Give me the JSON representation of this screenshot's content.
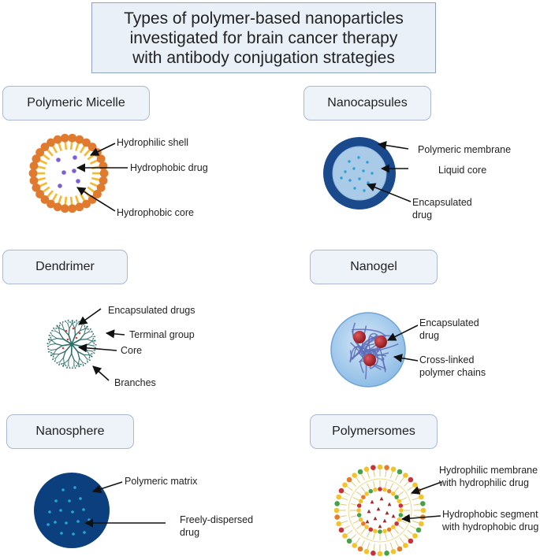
{
  "title": {
    "lines": [
      "Types of polymer-based nanoparticles",
      "investigated for brain cancer therapy",
      "with antibody conjugation strategies"
    ]
  },
  "colors": {
    "micelle_head": "#e07a2e",
    "micelle_tail": "#f5b82e",
    "micelle_drug": "#7d5fd6",
    "capsule_membrane": "#1a4a8c",
    "capsule_core": "#a9cbe8",
    "capsule_drug": "#2aa0d8",
    "dendrimer_branch": "#2f6f6a",
    "dendrimer_drug": "#d83a3a",
    "nanogel_sphere": "#a8cdee",
    "nanogel_chain": "#5e6fb8",
    "nanogel_drug": "#b3242a",
    "nanosphere_matrix": "#0c3f7e",
    "nanosphere_drug": "#22a9d6",
    "polymersome_head_yellow": "#f4c32c",
    "polymersome_head_orange": "#e47b26",
    "polymersome_head_green": "#45a24a",
    "polymersome_head_red": "#c8323a",
    "polymersome_drug": "#9a2a2a",
    "label_box_fill": "#eef3f9",
    "label_box_border": "#a9bad0",
    "arrow": "#111111"
  },
  "panels": {
    "micelle": {
      "label": "Polymeric Micelle",
      "annotations": [
        "Hydrophilic shell",
        "Hydrophobic drug",
        "Hydrophobic core"
      ]
    },
    "nanocapsules": {
      "label": "Nanocapsules",
      "annotations": [
        "Polymeric membrane",
        "Liquid core"
      ],
      "drug_lines": [
        "Encapsulated",
        "drug"
      ]
    },
    "dendrimer": {
      "label": "Dendrimer",
      "annotations": [
        "Encapsulated drugs",
        "Terminal group",
        "Core",
        "Branches"
      ]
    },
    "nanogel": {
      "label": "Nanogel",
      "drug_lines": [
        "Encapsulated",
        "drug"
      ],
      "chain_lines": [
        "Cross-linked",
        "polymer chains"
      ]
    },
    "nanosphere": {
      "label": "Nanosphere",
      "matrix": "Polymeric matrix",
      "drug_lines": [
        "Freely-dispersed",
        "drug"
      ]
    },
    "polymersomes": {
      "label": "Polymersomes",
      "membrane_lines": [
        "Hydrophilic membrane",
        "with hydrophilic drug"
      ],
      "segment_lines": [
        "Hydrophobic segment",
        "with hydrophobic drug"
      ]
    }
  }
}
